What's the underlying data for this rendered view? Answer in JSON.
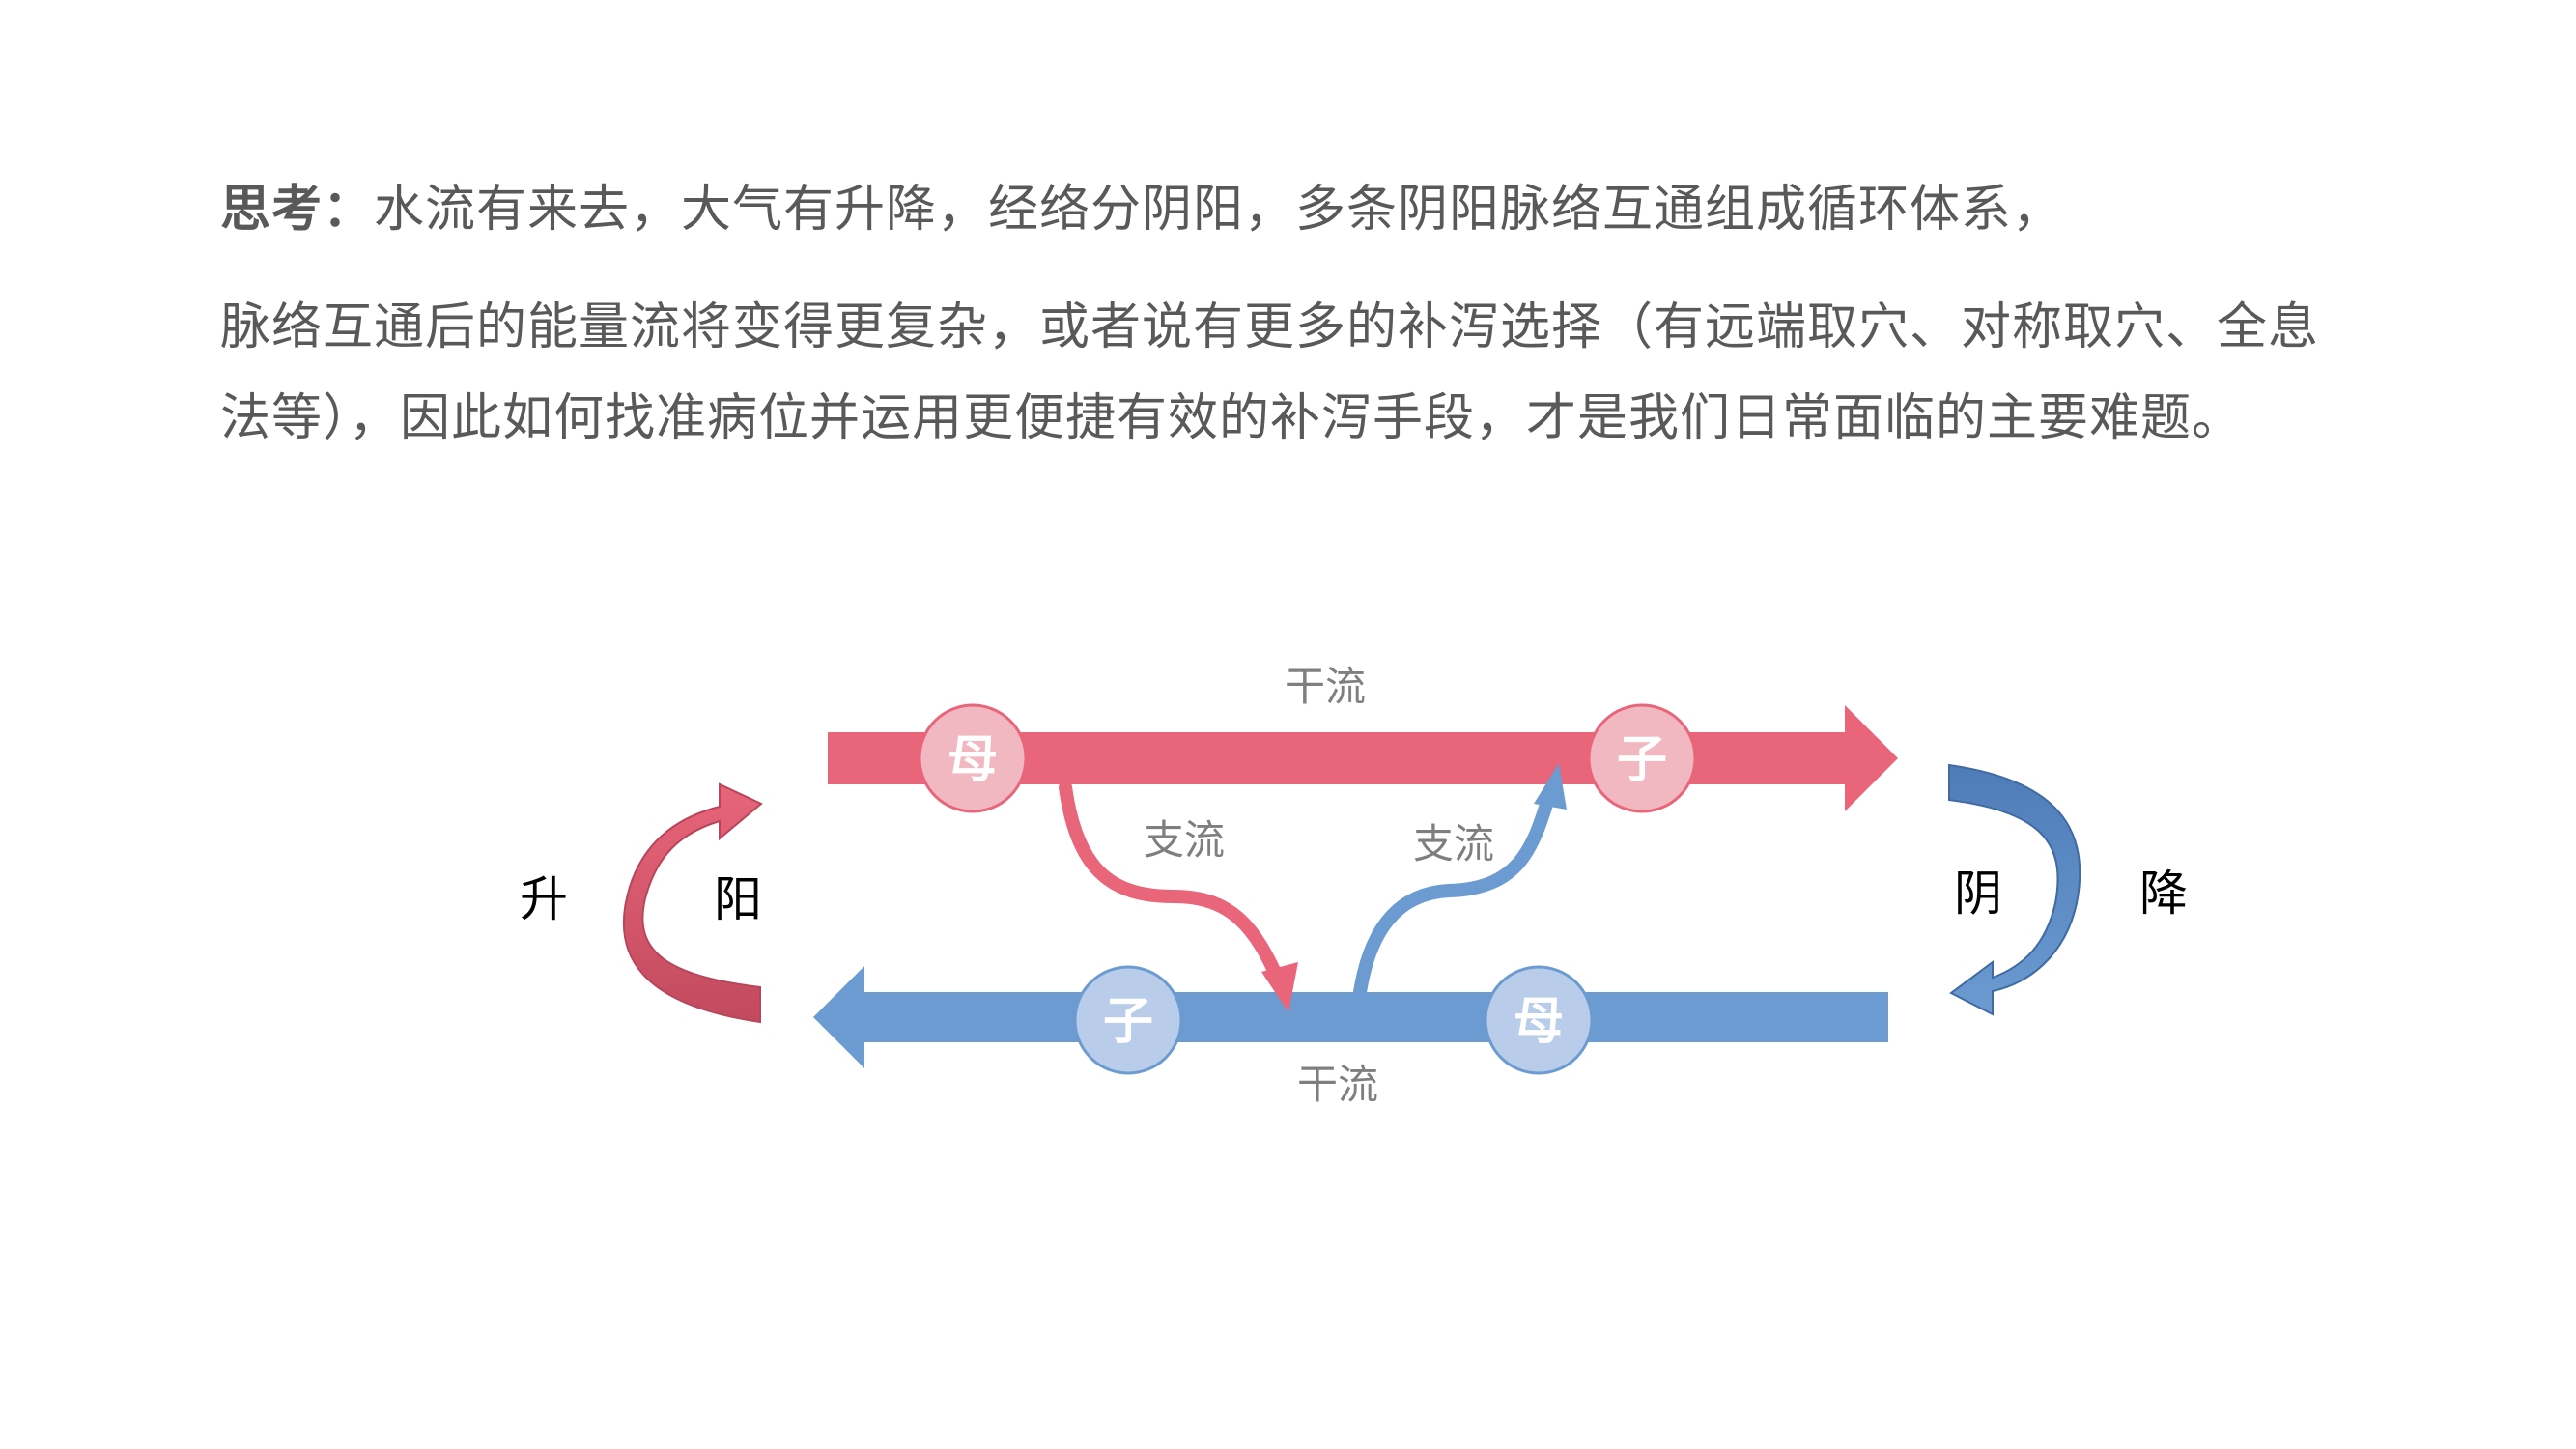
{
  "paragraph1": {
    "lead": "思考：",
    "text": "水流有来去，大气有升降，经络分阴阳，多条阴阳脉络互通组成循环体系，"
  },
  "paragraph2": {
    "text": "脉络互通后的能量流将变得更复杂，或者说有更多的补泻选择（有远端取穴、对称取穴、全息法等），因此如何找准病位并运用更便捷有效的补泻手段，才是我们日常面临的主要难题。"
  },
  "diagram": {
    "top_flow_label": "干流",
    "bottom_flow_label": "干流",
    "branch_down_label": "支流",
    "branch_up_label": "支流",
    "top_left_node": "母",
    "top_right_node": "子",
    "bottom_left_node": "子",
    "bottom_right_node": "母",
    "left_outer_label": "升",
    "left_inner_label": "阳",
    "right_inner_label": "阴",
    "right_outer_label": "降",
    "colors": {
      "yang_red": "#E8657A",
      "yang_node": "#F2B8C1",
      "yin_blue": "#6B9BD1",
      "yin_node": "#B9CDEB",
      "yin_dark": "#4F7CB8"
    }
  }
}
